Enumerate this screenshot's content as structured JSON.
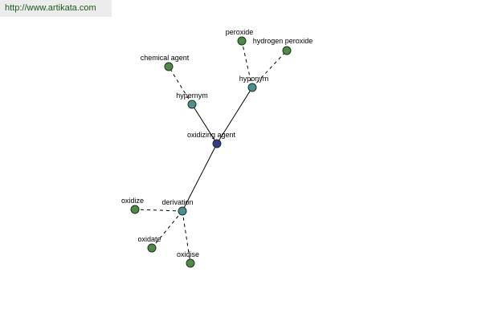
{
  "banner": {
    "url": "http://www.artikata.com"
  },
  "graph": {
    "center": {
      "label": "oxidizing agent",
      "color": "#333a8a"
    },
    "relation_nodes": {
      "hypernym": {
        "label": "hypernym",
        "color": "#4a9090"
      },
      "hyponym": {
        "label": "hyponym",
        "color": "#4a9090"
      },
      "derivation": {
        "label": "derivation",
        "color": "#4a9090"
      }
    },
    "leaves": {
      "chemical_agent": {
        "label": "chemical agent",
        "color": "#4f8a46"
      },
      "peroxide": {
        "label": "peroxide",
        "color": "#4f8a46"
      },
      "hydrogen_peroxide": {
        "label": "hydrogen peroxide",
        "color": "#4f8a46"
      },
      "oxidize": {
        "label": "oxidize",
        "color": "#4f8a46"
      },
      "oxidate": {
        "label": "oxidate",
        "color": "#4f8a46"
      },
      "oxidise": {
        "label": "oxidise",
        "color": "#4f8a46"
      }
    }
  }
}
